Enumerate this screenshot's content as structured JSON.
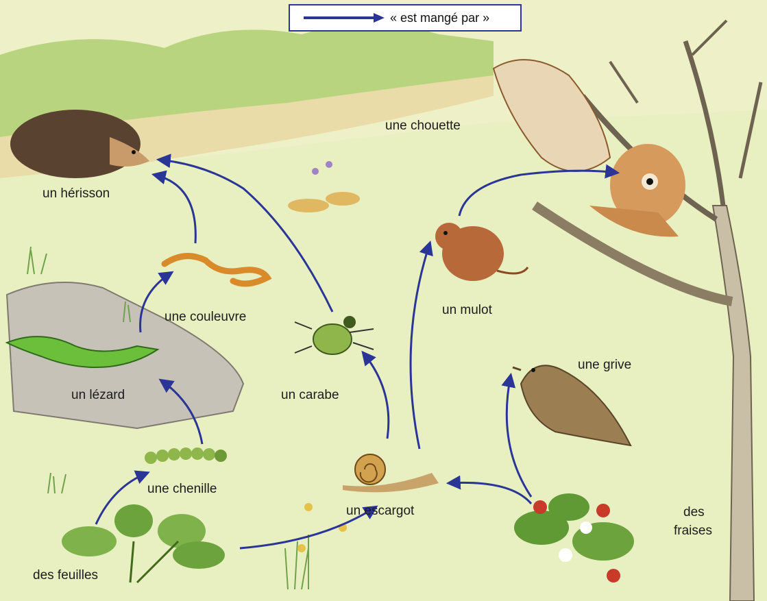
{
  "legend": {
    "text": "« est mangé par »"
  },
  "organisms": {
    "herisson": "un hérisson",
    "chouette": "une chouette",
    "couleuvre": "une couleuvre",
    "lezard": "un lézard",
    "carabe": "un carabe",
    "mulot": "un mulot",
    "grive": "une grive",
    "chenille": "une chenille",
    "escargot": "un escargot",
    "fraises_line1": "des",
    "fraises_line2": "fraises",
    "feuilles": "des feuilles"
  },
  "links": [
    {
      "from": "des feuilles",
      "to": "une chenille"
    },
    {
      "from": "des feuilles",
      "to": "un escargot"
    },
    {
      "from": "des fraises",
      "to": "un escargot"
    },
    {
      "from": "des fraises",
      "to": "une grive"
    },
    {
      "from": "une chenille",
      "to": "un lézard"
    },
    {
      "from": "un lézard",
      "to": "une couleuvre"
    },
    {
      "from": "une couleuvre",
      "to": "un hérisson"
    },
    {
      "from": "un carabe",
      "to": "un hérisson"
    },
    {
      "from": "un escargot",
      "to": "un carabe"
    },
    {
      "from": "un escargot",
      "to": "un mulot"
    },
    {
      "from": "un mulot",
      "to": "une chouette"
    }
  ],
  "colors": {
    "arrow": "#2a3596",
    "frame": "#2a3596"
  }
}
